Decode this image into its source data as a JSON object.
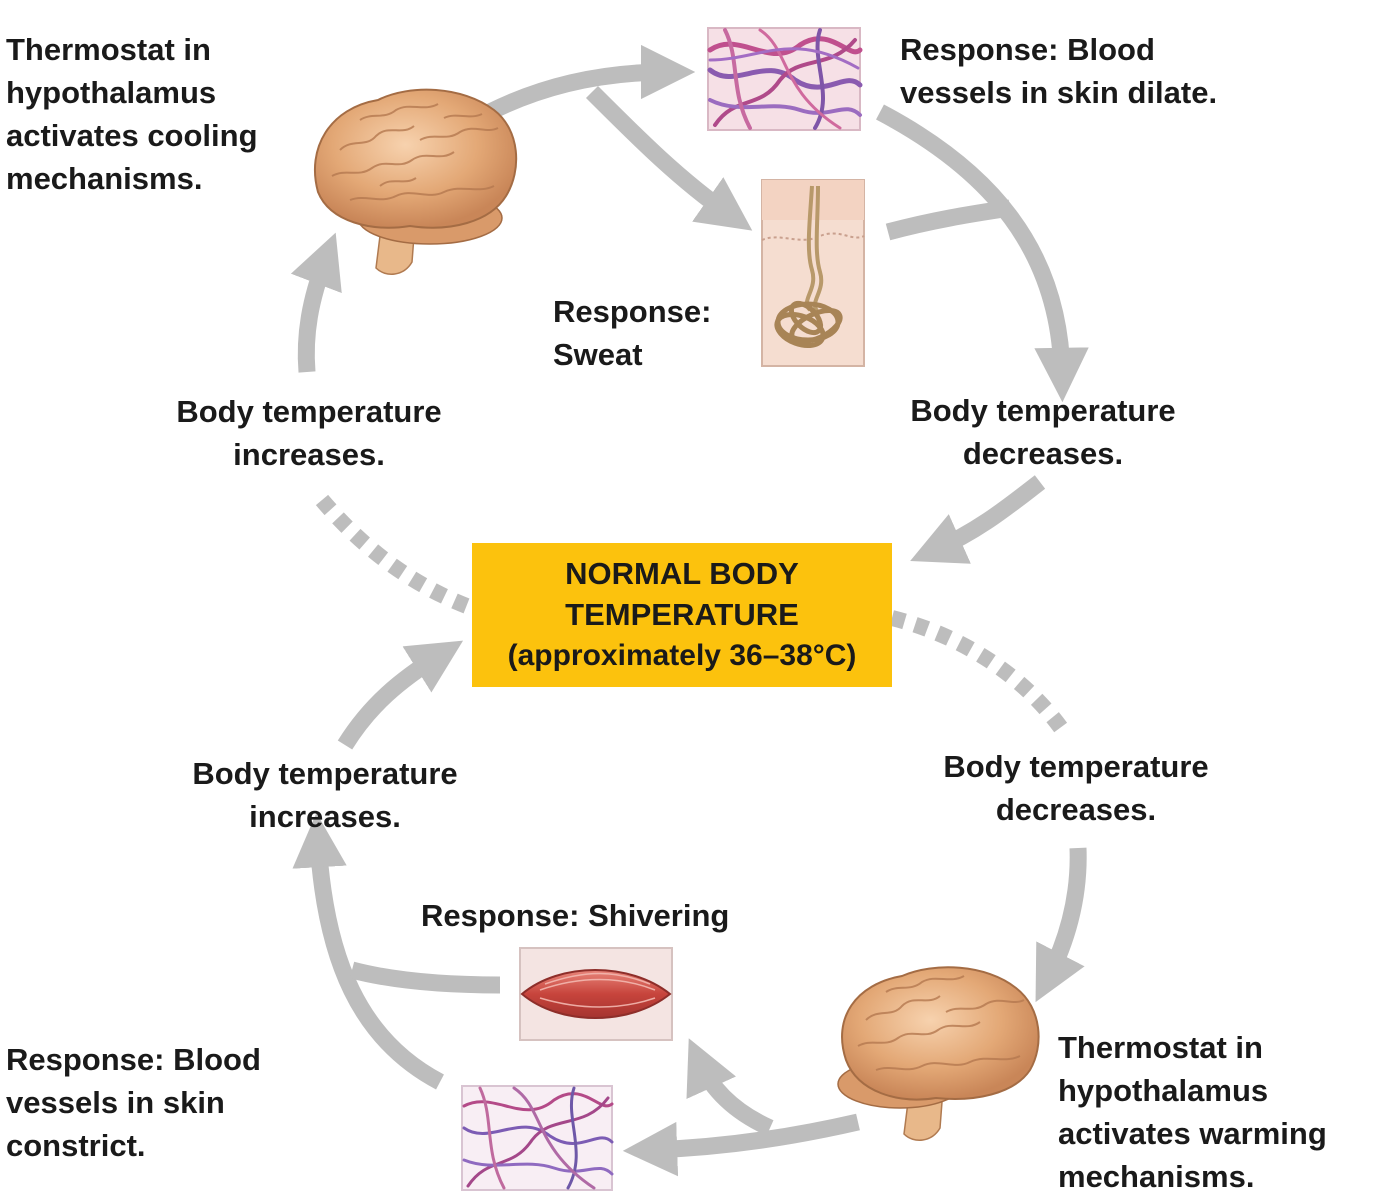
{
  "setpoint": {
    "line1": "NORMAL BODY",
    "line2": "TEMPERATURE",
    "range": "(approximately 36–38°C)"
  },
  "cooling": {
    "thermostat": [
      "Thermostat in",
      "hypothalamus",
      "activates cooling",
      "mechanisms."
    ],
    "response_vessels": [
      "Response: Blood",
      "vessels in skin dilate."
    ],
    "response_sweat": [
      "Response:",
      "Sweat"
    ],
    "temp_increases": [
      "Body temperature",
      "increases."
    ],
    "temp_decreases": [
      "Body temperature",
      "decreases."
    ]
  },
  "warming": {
    "temp_increases": [
      "Body temperature",
      "increases."
    ],
    "temp_decreases": [
      "Body temperature",
      "decreases."
    ],
    "response_shivering": "Response: Shivering",
    "response_vessels": [
      "Response: Blood",
      "vessels in skin",
      "constrict."
    ],
    "thermostat": [
      "Thermostat in",
      "hypothalamus",
      "activates warming",
      "mechanisms."
    ]
  },
  "colors": {
    "setpoint_fill": "#fcc20d",
    "arrow": "#bdbdbd",
    "text": "#1a1a1a"
  }
}
